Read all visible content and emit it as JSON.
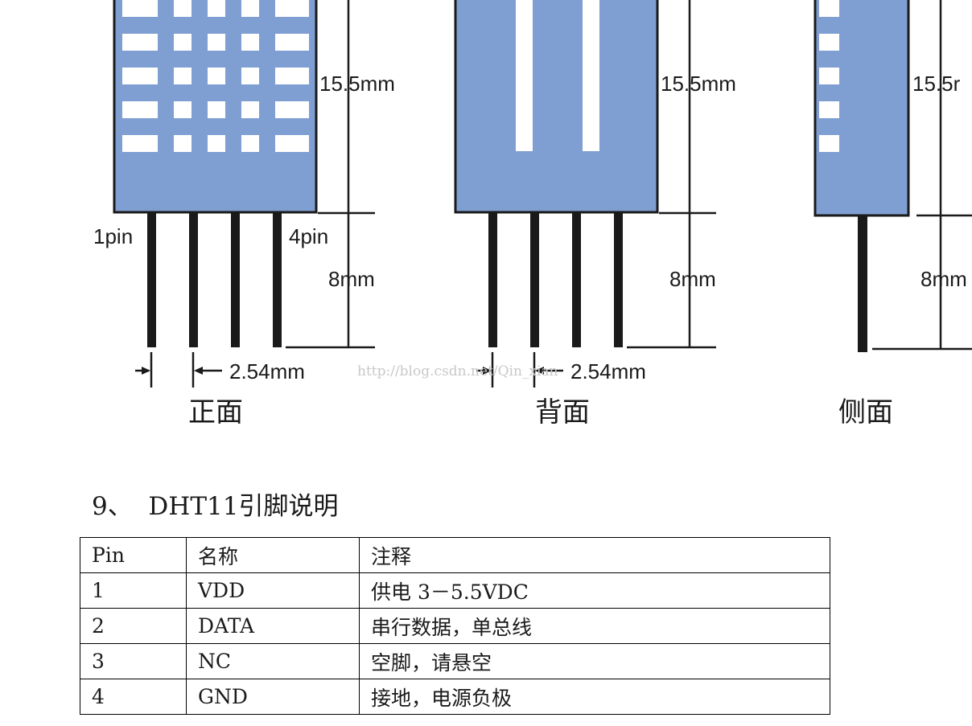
{
  "figure": {
    "front": {
      "dim_body": "15.5mm",
      "dim_pins": "8mm",
      "pin_first": "1pin",
      "pin_last": "4pin",
      "dim_pitch": "2.54mm",
      "view_label": "正面"
    },
    "back": {
      "dim_body": "15.5mm",
      "dim_pins": "8mm",
      "dim_pitch": "2.54mm",
      "view_label": "背面"
    },
    "side": {
      "dim_body": "15.5r",
      "dim_pins": "8mm",
      "view_label": "侧面"
    },
    "watermark": "http://blog.csdn.net/Qin_xian"
  },
  "colors": {
    "sensor_body": "#7f9fd3",
    "outline": "#1a1a1a"
  },
  "section": {
    "heading": "9、  DHT11引脚说明"
  },
  "pin_table": {
    "headers": [
      "Pin",
      "名称",
      "注释"
    ],
    "rows": [
      [
        "1",
        "VDD",
        "供电 3－5.5VDC"
      ],
      [
        "2",
        "DATA",
        "串行数据，单总线"
      ],
      [
        "3",
        "NC",
        "空脚，请悬空"
      ],
      [
        "4",
        "GND",
        "接地，电源负极"
      ]
    ]
  }
}
